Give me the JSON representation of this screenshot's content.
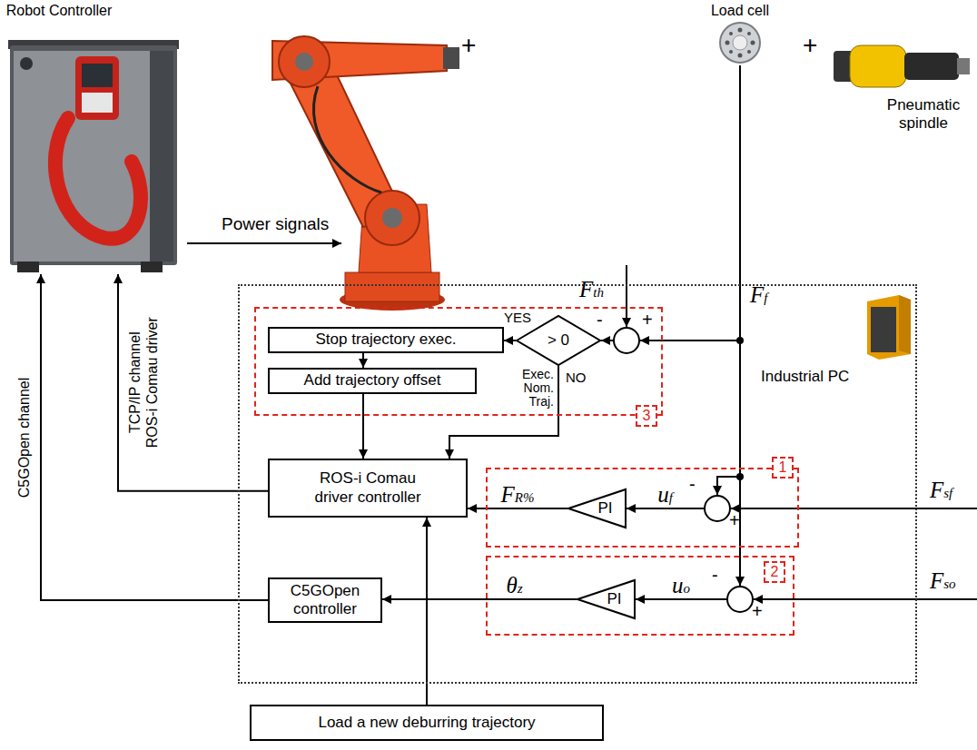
{
  "diagram": {
    "nodes": [
      {
        "text": [
          "Robot Controller"
        ]
      },
      {
        "text": [
          "Load cell"
        ]
      },
      {
        "text": [
          "Industrial PC"
        ]
      },
      {
        "text": [
          "3"
        ],
        "in": 2
      },
      {
        "text": [
          "Stop trajectory exec."
        ],
        "in": 3
      },
      {
        "text": [
          "Add trajectory offset"
        ],
        "in": 3
      },
      {
        "text": [
          "> 0"
        ],
        "in": 3
      },
      {
        "text": [
          "-",
          "+"
        ],
        "in": 3
      },
      {
        "text": [
          "ROS-i Comau driver controller"
        ],
        "in": 2
      },
      {
        "text": [
          "1"
        ],
        "in": 2
      },
      {
        "text": [
          "PI"
        ],
        "in": 9
      },
      {
        "text": [
          "-",
          "+"
        ],
        "in": 9
      },
      {
        "text": [
          "C5GOpen controller"
        ],
        "in": 2
      },
      {
        "text": [
          "2"
        ],
        "in": 2
      },
      {
        "text": [
          "PI"
        ],
        "in": 13
      },
      {
        "text": [
          "-",
          "+"
        ],
        "in": 13
      },
      {
        "text": [
          "Load a new deburring trajectory"
        ]
      }
    ],
    "edges": [
      {
        "from": 7,
        "to": 6,
        "arrow": "to"
      },
      {
        "from": 6,
        "to": 4,
        "label": "YES",
        "arrow": "to"
      },
      {
        "from": 4,
        "to": 5,
        "arrow": "to"
      },
      {
        "from": 5,
        "to": 8,
        "arrow": "to"
      },
      {
        "from": 6,
        "to": 8,
        "label": "NO",
        "arrow": "to"
      },
      {
        "from": 11,
        "to": 10,
        "label": "uf",
        "arrow": "to"
      },
      {
        "from": 10,
        "to": 8,
        "label": "FR%",
        "arrow": "to"
      },
      {
        "from": 15,
        "to": 14,
        "label": "uo",
        "arrow": "to"
      },
      {
        "from": 14,
        "to": 12,
        "label": "θz",
        "arrow": "to"
      },
      {
        "from": 16,
        "to": 8,
        "arrow": "to"
      },
      {
        "from": 8,
        "to": 0,
        "label": "TCP/IP channel ROS-i Comau driver",
        "arrow": "to"
      },
      {
        "from": 12,
        "to": 0,
        "label": "C5GOpen channel",
        "arrow": "to"
      },
      {
        "from": 1,
        "to": 7,
        "arrow": "to"
      },
      {
        "from": 1,
        "to": 11,
        "arrow": "to"
      },
      {
        "from": 1,
        "to": 15,
        "arrow": "to"
      }
    ],
    "labels": [
      "+",
      "+",
      "Pneumatic spindle",
      "Power signals",
      "Fth",
      "Ff",
      "Exec. Nom. Traj.",
      "Fsf",
      "Fso"
    ]
  }
}
